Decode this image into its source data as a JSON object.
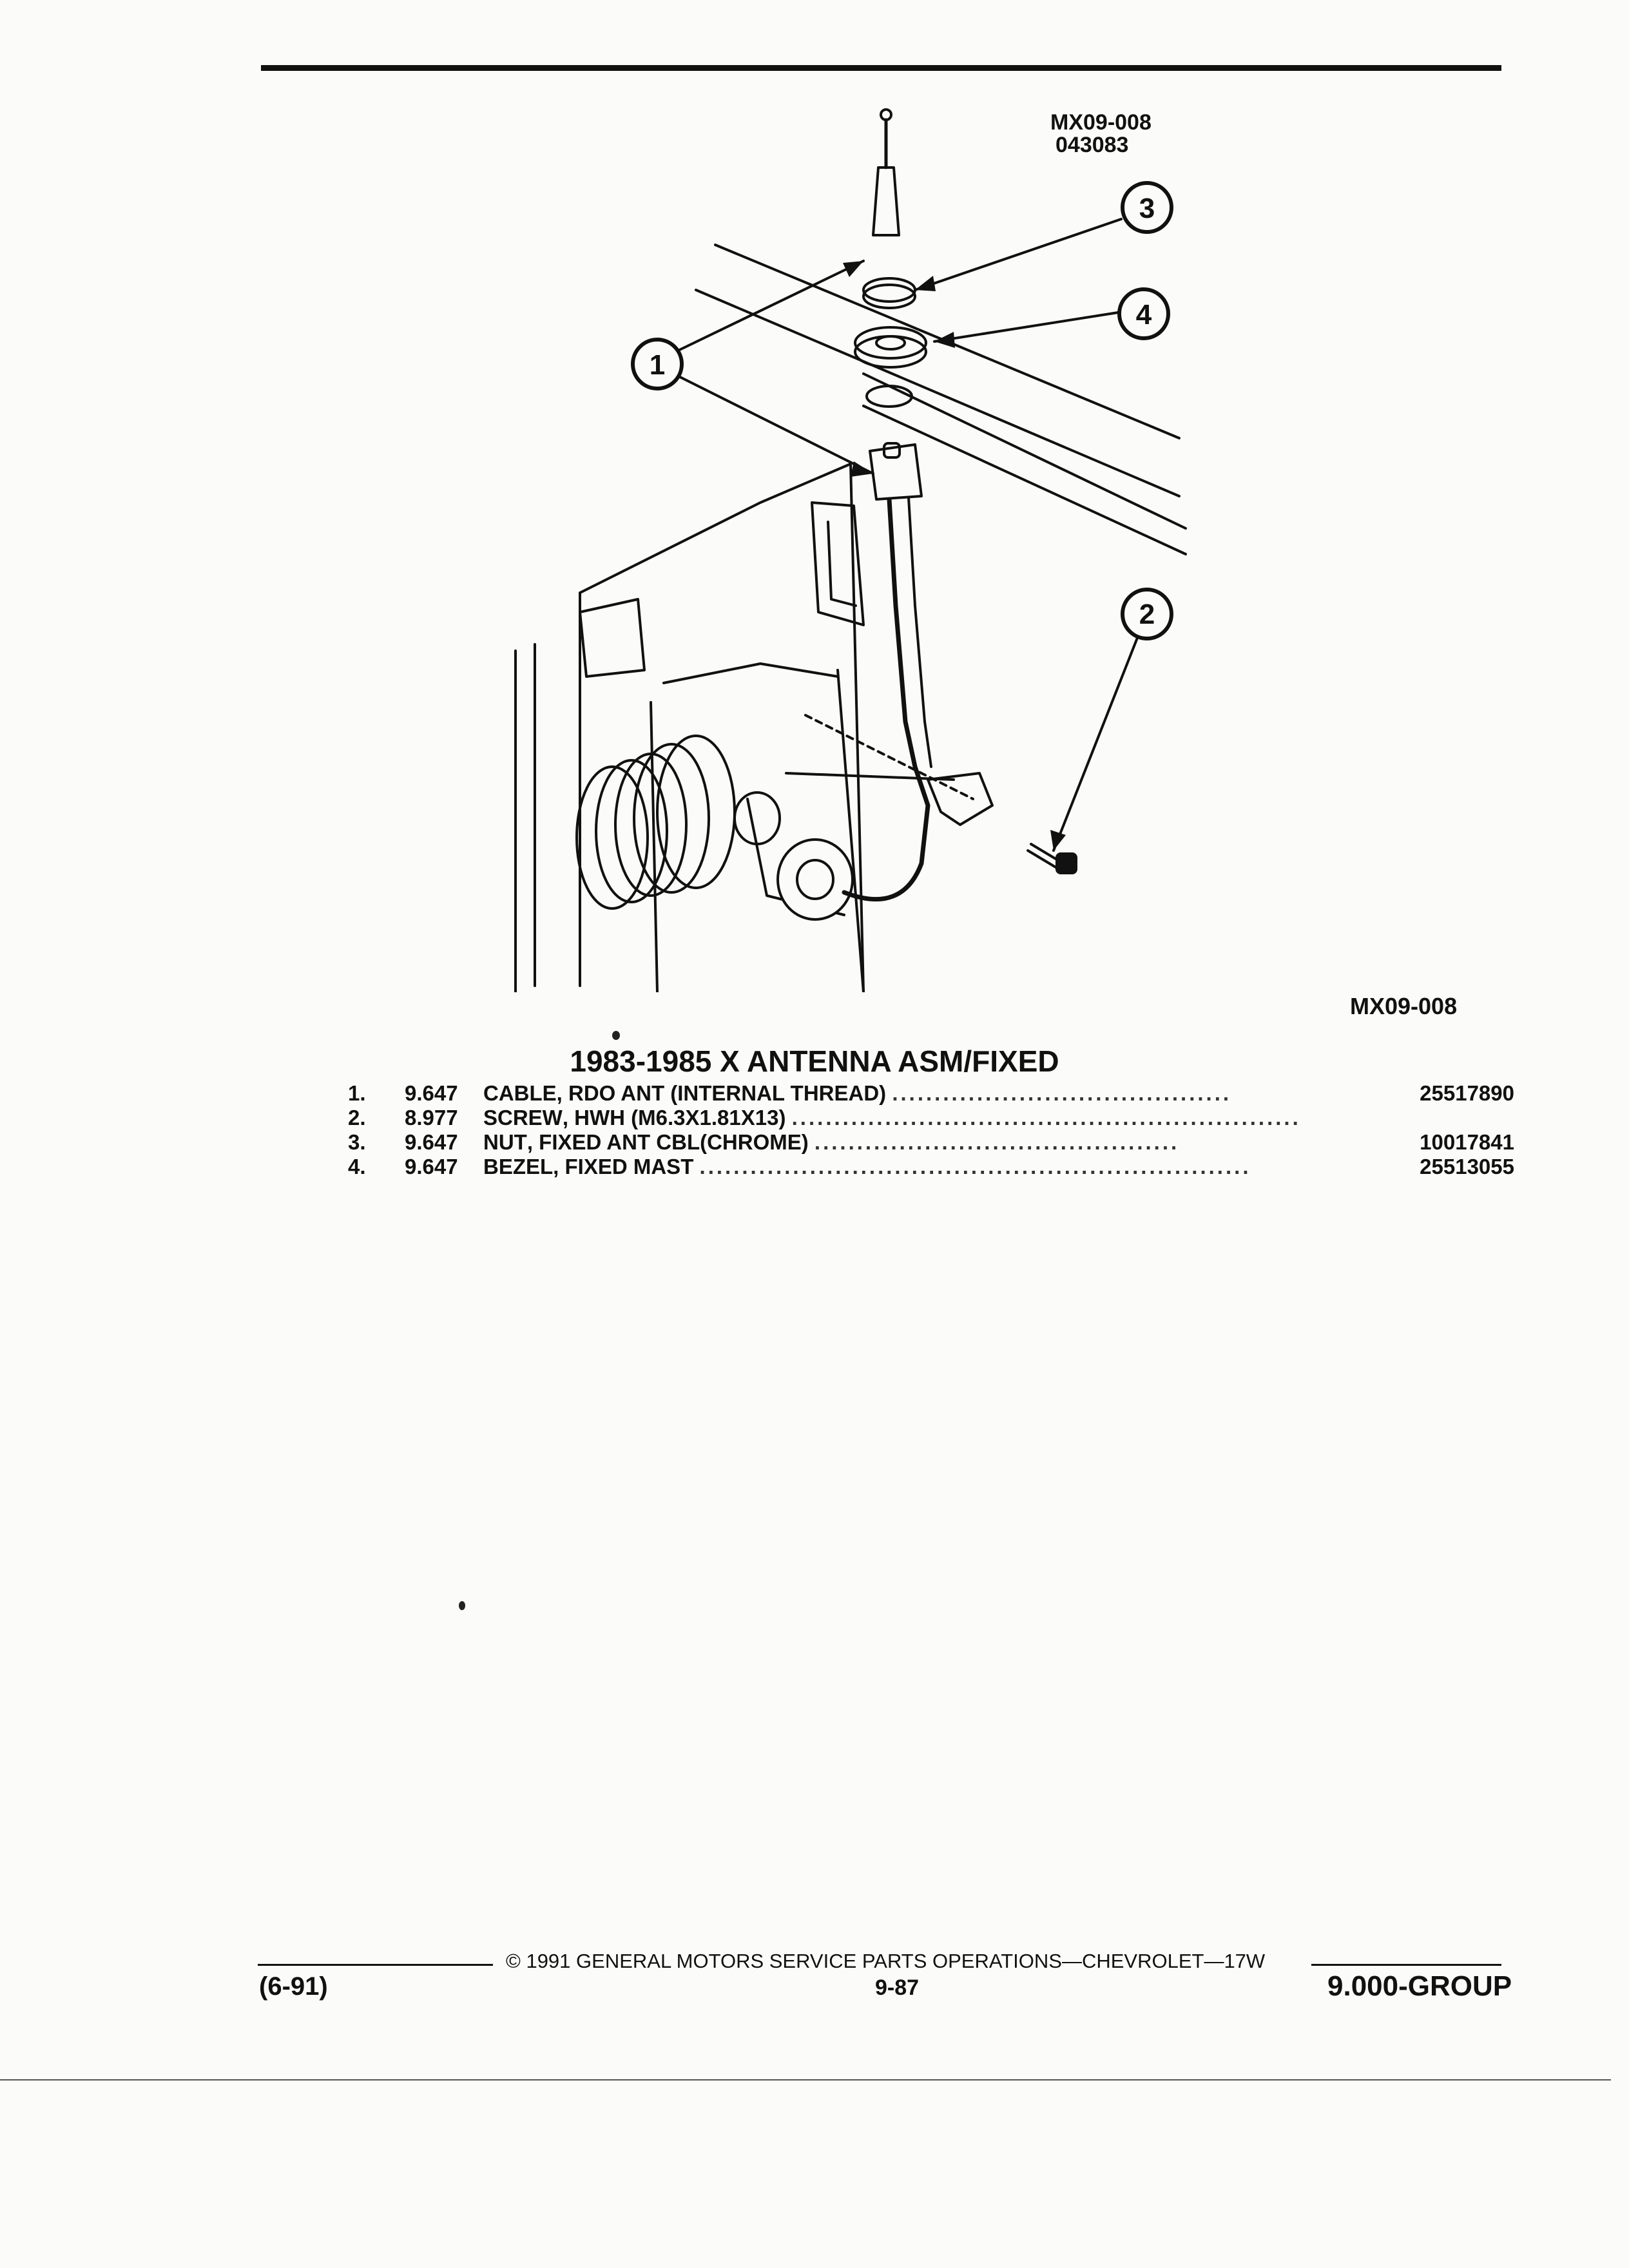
{
  "figure": {
    "id": "MX09-008",
    "date_code": "043083",
    "ref_code": "MX09-008",
    "callouts": [
      "1",
      "2",
      "3",
      "4"
    ]
  },
  "title": "1983-1985 X ANTENNA ASM/FIXED",
  "parts": [
    {
      "num": "1.",
      "group": "9.647",
      "name": "CABLE",
      "desc": ", RDO ANT (INTERNAL THREAD)",
      "part_no": "25517890"
    },
    {
      "num": "2.",
      "group": "8.977",
      "name": "SCREW",
      "desc": ", HWH (M6.3X1.81X13)",
      "part_no": ""
    },
    {
      "num": "3.",
      "group": "9.647",
      "name": "NUT",
      "desc": ", FIXED ANT CBL(CHROME)",
      "part_no": "10017841"
    },
    {
      "num": "4.",
      "group": "9.647",
      "name": "BEZEL",
      "desc": ", FIXED MAST",
      "part_no": "25513055"
    }
  ],
  "footer": {
    "copyright": "© 1991 GENERAL MOTORS SERVICE PARTS OPERATIONS—CHEVROLET—17W",
    "date": "(6-91)",
    "page": "9-87",
    "group": "9.000-GROUP"
  }
}
